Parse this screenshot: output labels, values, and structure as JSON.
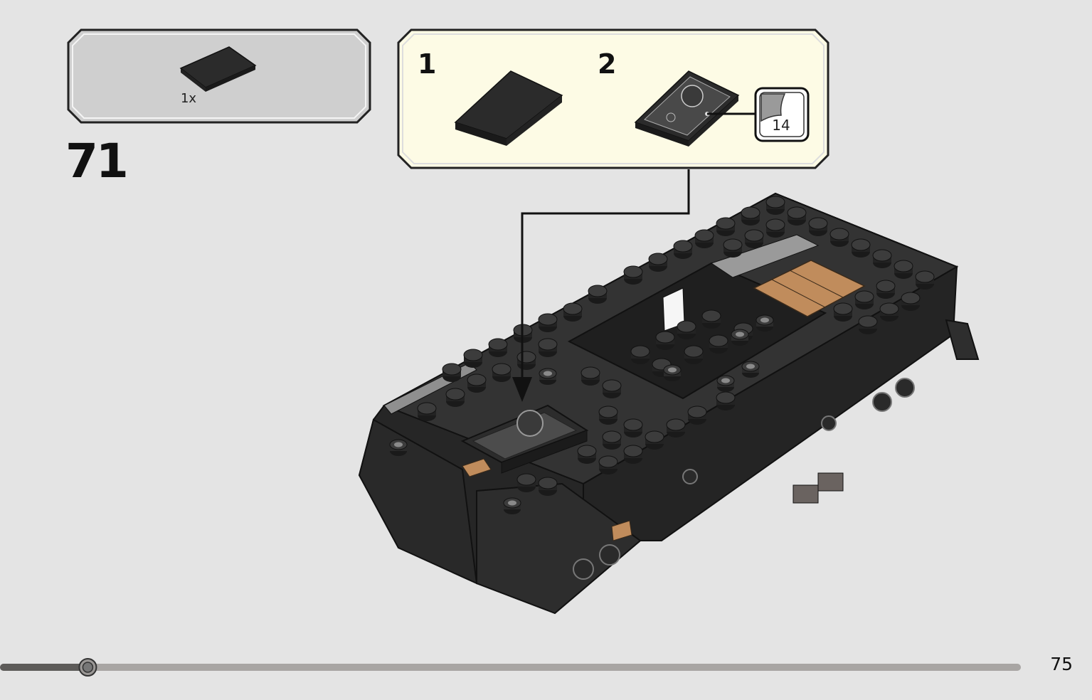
{
  "parts_list": {
    "items": [
      {
        "quantity": "1x",
        "color": "#2b2b2b"
      }
    ]
  },
  "step": {
    "number": "71"
  },
  "sub_steps": [
    {
      "number": "1"
    },
    {
      "number": "2",
      "sticker_number": "14"
    }
  ],
  "page": {
    "number": "75",
    "progress_percent": 8.6
  },
  "colors": {
    "background": "#e4e4e4",
    "parts_panel_bg": "#cfcfcf",
    "sub_panel_bg": "#fdfbe5",
    "brick_dark": "#2b2b2b",
    "brick_grey": "#9a9a9a",
    "brick_tan": "#c08c5c"
  }
}
